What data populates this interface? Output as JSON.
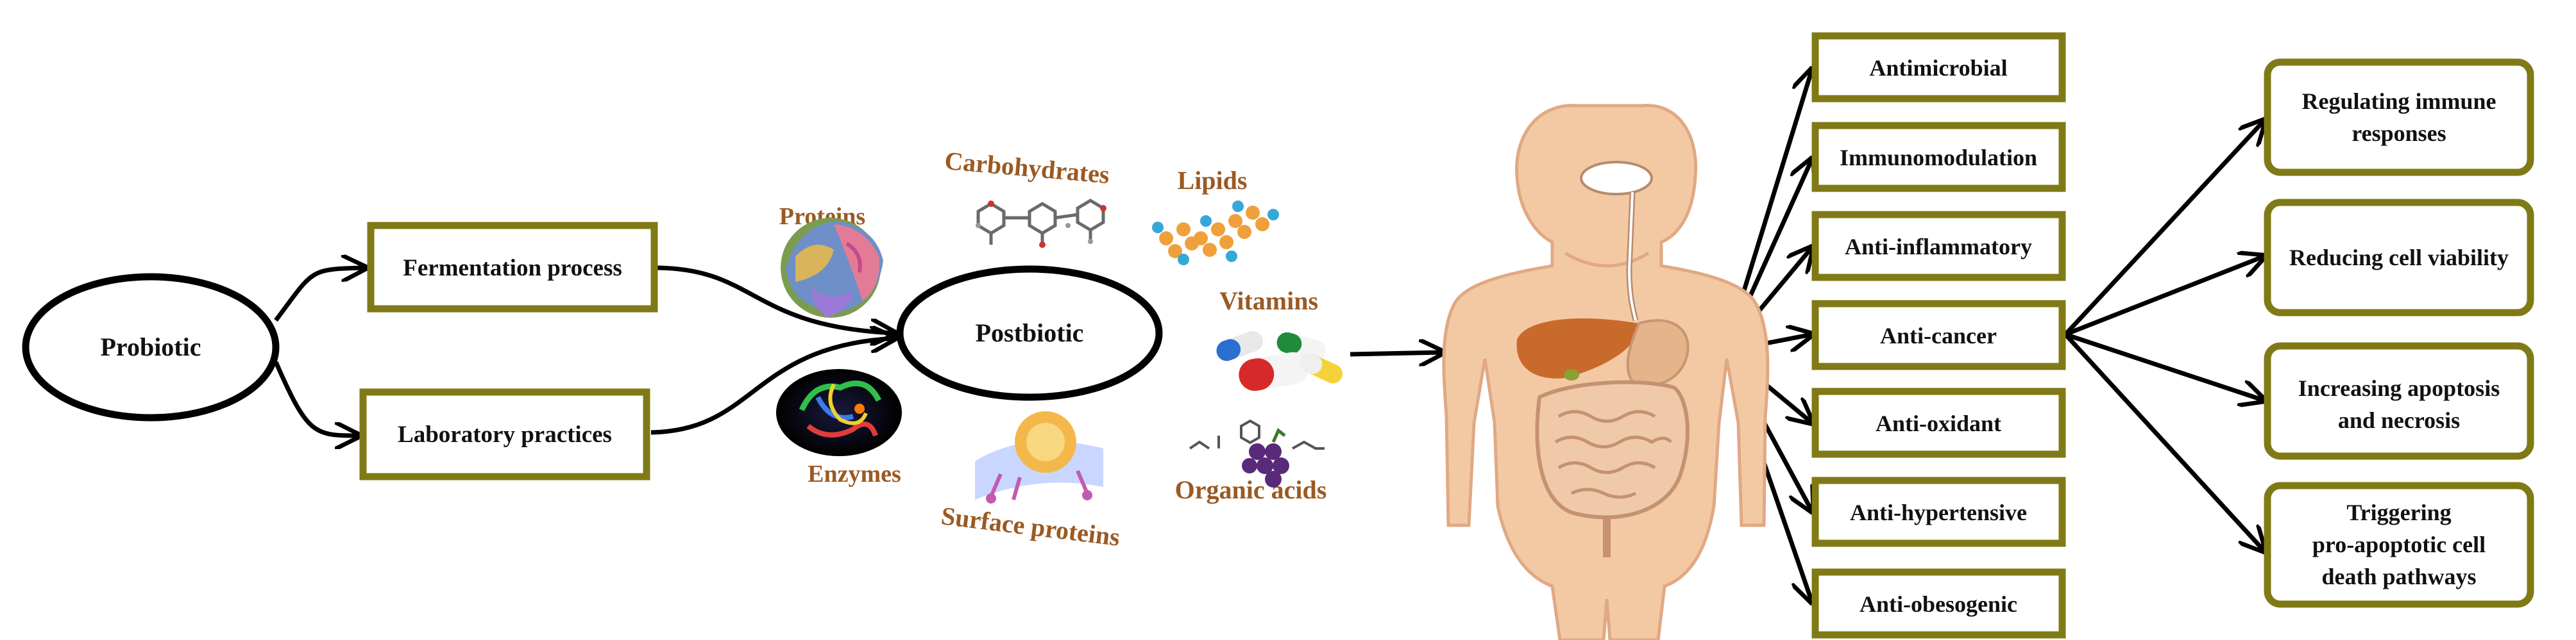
{
  "source": {
    "label": "Probiotic"
  },
  "processes": [
    {
      "label": "Fermentation process"
    },
    {
      "label": "Laboratory practices"
    }
  ],
  "center": {
    "label": "Postbiotic"
  },
  "components": [
    {
      "label": "Proteins",
      "icon": "protein-structure-icon"
    },
    {
      "label": "Enzymes",
      "icon": "enzyme-structure-icon"
    },
    {
      "label": "Carbohydrates",
      "icon": "carbohydrate-molecule-icon"
    },
    {
      "label": "Surface proteins",
      "icon": "surface-protein-icon"
    },
    {
      "label": "Lipids",
      "icon": "lipid-molecule-icon"
    },
    {
      "label": "Vitamins",
      "icon": "vitamin-capsules-icon"
    },
    {
      "label": "Organic acids",
      "icon": "organic-acids-icon"
    }
  ],
  "body": {
    "icon": "human-digestive-system-icon"
  },
  "effects": [
    {
      "label": "Antimicrobial"
    },
    {
      "label": "Immunomodulation"
    },
    {
      "label": "Anti-inflammatory"
    },
    {
      "label": "Anti-cancer"
    },
    {
      "label": "Anti-oxidant"
    },
    {
      "label": "Anti-hypertensive"
    },
    {
      "label": "Anti-obesogenic"
    }
  ],
  "mechanisms": [
    {
      "lines": [
        "Regulating immune",
        "responses"
      ]
    },
    {
      "lines": [
        "Reducing cell viability"
      ]
    },
    {
      "lines": [
        "Increasing apoptosis",
        "and necrosis"
      ]
    },
    {
      "lines": [
        "Triggering",
        "pro-apoptotic cell",
        "death pathways"
      ]
    }
  ],
  "colors": {
    "box_border": "#7f7a16",
    "component_text": "#9a5a23",
    "skin": "#f3c9a4"
  }
}
